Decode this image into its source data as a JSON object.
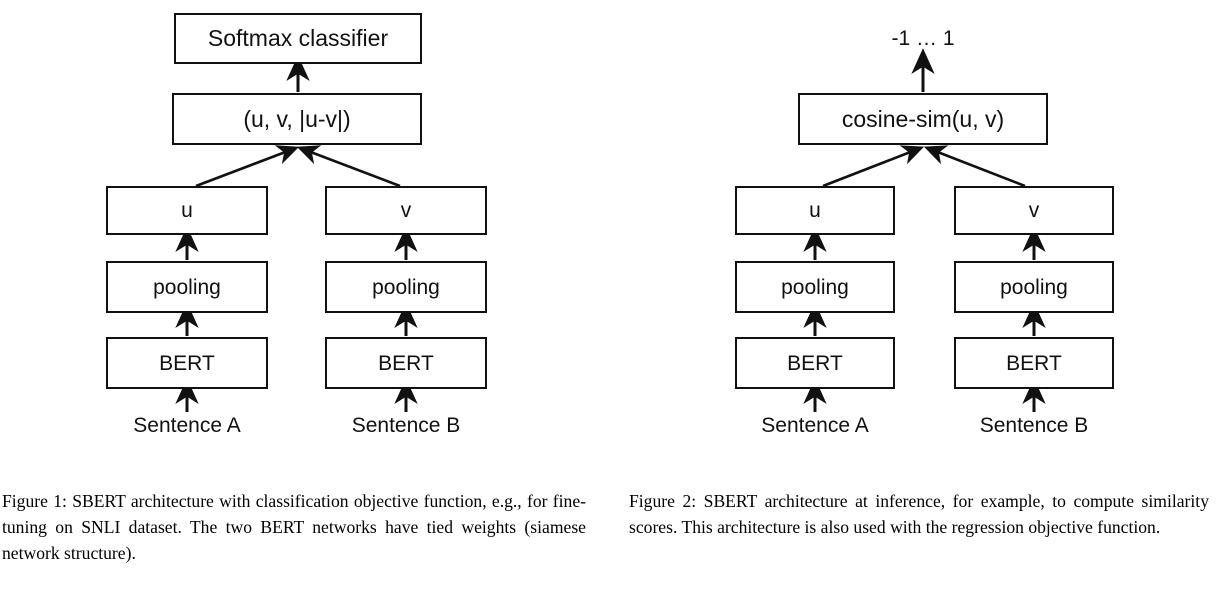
{
  "document": {
    "background": "#ffffff",
    "stroke_color": "#111111"
  },
  "figures": [
    {
      "id": "figure-1",
      "diagram": {
        "nodes": {
          "top": "Softmax classifier",
          "combine": "(u, v, |u-v|)",
          "u": "u",
          "v": "v",
          "pooling_left": "pooling",
          "pooling_right": "pooling",
          "bert_left": "BERT",
          "bert_right": "BERT"
        },
        "labels": {
          "input_left": "Sentence A",
          "input_right": "Sentence B"
        }
      },
      "caption": "Figure 1: SBERT architecture with classification objective function, e.g., for fine-tuning on SNLI dataset. The two BERT networks have tied weights (siamese network structure)."
    },
    {
      "id": "figure-2",
      "diagram": {
        "nodes": {
          "combine": "cosine-sim(u, v)",
          "u": "u",
          "v": "v",
          "pooling_left": "pooling",
          "pooling_right": "pooling",
          "bert_left": "BERT",
          "bert_right": "BERT"
        },
        "labels": {
          "output_range": "-1 … 1",
          "input_left": "Sentence A",
          "input_right": "Sentence B"
        }
      },
      "caption": "Figure 2: SBERT architecture at inference, for example, to compute similarity scores. This architecture is also used with the regression objective function."
    }
  ]
}
